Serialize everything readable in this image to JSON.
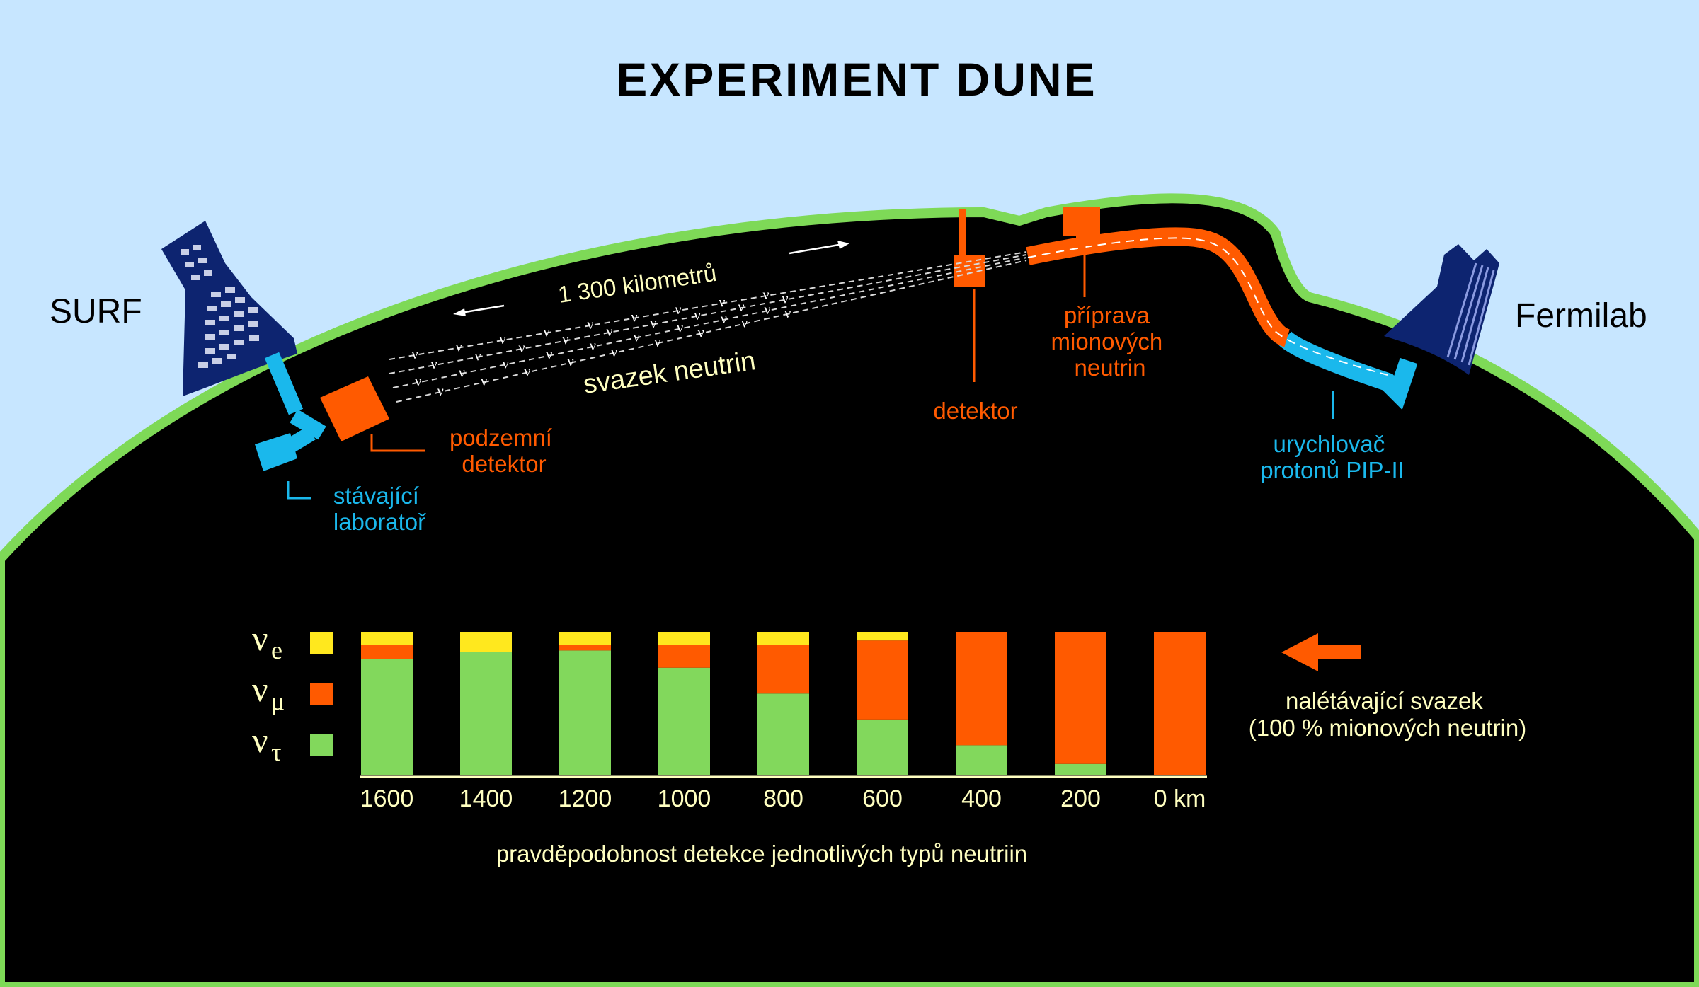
{
  "title": "EXPERIMENT DUNE",
  "sites": {
    "left": "SURF",
    "right": "Fermilab"
  },
  "labels": {
    "distance": "1 300 kilometrů",
    "beam": "svazek neutrin",
    "far_detector": [
      "podzemní",
      "detektor"
    ],
    "existing_lab": [
      "stávající",
      "laboratoř"
    ],
    "near_detector": "detektor",
    "muon_prep": [
      "příprava",
      "mionových",
      "neutrin"
    ],
    "accelerator": [
      "urychlovač",
      "protonů PIP-II"
    ],
    "nu_symbol": "ν"
  },
  "colors": {
    "sky": "#c7e6ff",
    "ground": "#000000",
    "surface": "#7ed957",
    "building": "#0d2470",
    "lab": "#1ab8ec",
    "orange": "#ff5a00",
    "yellow": "#ffe81e",
    "green": "#82d85c",
    "beam_text": "#ffffc0"
  },
  "legend": [
    {
      "sym": "ν",
      "sub": "e",
      "color": "#ffe81e"
    },
    {
      "sym": "ν",
      "sub": "μ",
      "color": "#ff5a00"
    },
    {
      "sym": "ν",
      "sub": "τ",
      "color": "#82d85c"
    }
  ],
  "incoming_beam": [
    "nalétávající svazek",
    "(100 % mionových neutrin)"
  ],
  "chart_data": {
    "type": "bar",
    "stacked": true,
    "categories": [
      "1600",
      "1400",
      "1200",
      "1000",
      "800",
      "600",
      "400",
      "200",
      "0 km"
    ],
    "ylim": [
      0,
      1
    ],
    "series": [
      {
        "name": "νe",
        "color": "#ffe81e",
        "values": [
          0.09,
          0.14,
          0.09,
          0.09,
          0.09,
          0.06,
          0.0,
          0.0,
          0.0
        ]
      },
      {
        "name": "νμ",
        "color": "#ff5a00",
        "values": [
          0.1,
          0.0,
          0.04,
          0.16,
          0.34,
          0.55,
          0.79,
          0.92,
          1.0
        ]
      },
      {
        "name": "ντ",
        "color": "#82d85c",
        "values": [
          0.81,
          0.86,
          0.87,
          0.75,
          0.57,
          0.39,
          0.21,
          0.08,
          0.0
        ]
      }
    ],
    "xlabel": "pravděpodobnost detekce jednotlivých typů neutriin",
    "grid": false
  }
}
